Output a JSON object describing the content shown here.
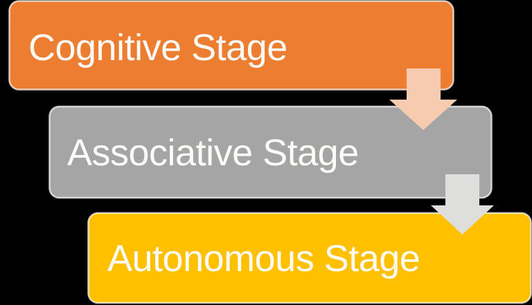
{
  "diagram": {
    "type": "vertical-process-stages",
    "background": "#000000",
    "text_color": "#FCFBF8",
    "stages": [
      {
        "id": "cognitive",
        "label": "Cognitive Stage",
        "color": "#ED7D31"
      },
      {
        "id": "associative",
        "label": "Associative Stage",
        "color": "#A5A5A5"
      },
      {
        "id": "autonomous",
        "label": "Autonomous Stage",
        "color": "#FFC000"
      }
    ],
    "arrows": [
      {
        "from": "Cognitive Stage",
        "to": "Associative Stage",
        "direction": "down",
        "color": "#F7CBB0"
      },
      {
        "from": "Associative Stage",
        "to": "Autonomous Stage",
        "direction": "down",
        "color": "#DEDEDC"
      }
    ]
  }
}
